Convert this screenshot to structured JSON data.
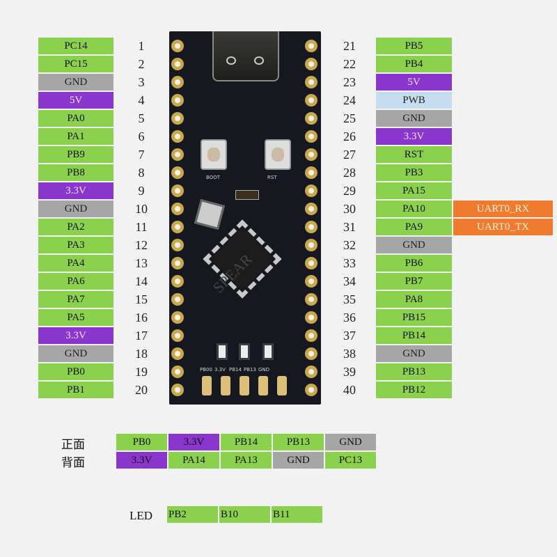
{
  "colors": {
    "gpio": "#8cd14d",
    "ground": "#a6a6a6",
    "power": "#8a35cc",
    "special": "#c6ddef",
    "uart": "#ef7b2e",
    "background": "#f2f2f2"
  },
  "left_pins": [
    {
      "num": "1",
      "label": "PC14",
      "type": "green"
    },
    {
      "num": "2",
      "label": "PC15",
      "type": "green"
    },
    {
      "num": "3",
      "label": "GND",
      "type": "gray"
    },
    {
      "num": "4",
      "label": "5V",
      "type": "purple"
    },
    {
      "num": "5",
      "label": "PA0",
      "type": "green"
    },
    {
      "num": "6",
      "label": "PA1",
      "type": "green"
    },
    {
      "num": "7",
      "label": "PB9",
      "type": "green"
    },
    {
      "num": "8",
      "label": "PB8",
      "type": "green"
    },
    {
      "num": "9",
      "label": "3.3V",
      "type": "purple"
    },
    {
      "num": "10",
      "label": "GND",
      "type": "gray"
    },
    {
      "num": "11",
      "label": "PA2",
      "type": "green"
    },
    {
      "num": "12",
      "label": "PA3",
      "type": "green"
    },
    {
      "num": "13",
      "label": "PA4",
      "type": "green"
    },
    {
      "num": "14",
      "label": "PA6",
      "type": "green"
    },
    {
      "num": "15",
      "label": "PA7",
      "type": "green"
    },
    {
      "num": "16",
      "label": "PA5",
      "type": "green"
    },
    {
      "num": "17",
      "label": "3.3V",
      "type": "purple"
    },
    {
      "num": "18",
      "label": "GND",
      "type": "gray"
    },
    {
      "num": "19",
      "label": "PB0",
      "type": "green"
    },
    {
      "num": "20",
      "label": "PB1",
      "type": "green"
    }
  ],
  "right_pins": [
    {
      "num": "21",
      "label": "PB5",
      "type": "green"
    },
    {
      "num": "22",
      "label": "PB4",
      "type": "green"
    },
    {
      "num": "23",
      "label": "5V",
      "type": "purple"
    },
    {
      "num": "24",
      "label": "PWB",
      "type": "blue"
    },
    {
      "num": "25",
      "label": "GND",
      "type": "gray"
    },
    {
      "num": "26",
      "label": "3.3V",
      "type": "purple"
    },
    {
      "num": "27",
      "label": "RST",
      "type": "green"
    },
    {
      "num": "28",
      "label": "PB3",
      "type": "green"
    },
    {
      "num": "29",
      "label": "PA15",
      "type": "green"
    },
    {
      "num": "30",
      "label": "PA10",
      "type": "green",
      "alt": "UART0_RX"
    },
    {
      "num": "31",
      "label": "PA9",
      "type": "green",
      "alt": "UART0_TX"
    },
    {
      "num": "32",
      "label": "GND",
      "type": "gray"
    },
    {
      "num": "33",
      "label": "PB6",
      "type": "green"
    },
    {
      "num": "34",
      "label": "PB7",
      "type": "green"
    },
    {
      "num": "35",
      "label": "PA8",
      "type": "green"
    },
    {
      "num": "36",
      "label": "PB15",
      "type": "green"
    },
    {
      "num": "37",
      "label": "PB14",
      "type": "green"
    },
    {
      "num": "38",
      "label": "GND",
      "type": "gray"
    },
    {
      "num": "39",
      "label": "PB13",
      "type": "green"
    },
    {
      "num": "40",
      "label": "PB12",
      "type": "green"
    }
  ],
  "board": {
    "silk_boot": "BOOT",
    "silk_rst": "RST",
    "silk_bottom": [
      "PB00",
      "3.3V",
      "PB14",
      "PB13",
      "GND"
    ],
    "watermark": "SPEAR"
  },
  "bottom_header": {
    "front_label": "正面",
    "back_label": "背面",
    "front": [
      {
        "label": "PB0",
        "type": "green"
      },
      {
        "label": "3.3V",
        "type": "purple"
      },
      {
        "label": "PB14",
        "type": "green"
      },
      {
        "label": "PB13",
        "type": "green"
      },
      {
        "label": "GND",
        "type": "gray"
      }
    ],
    "back": [
      {
        "label": "3.3V",
        "type": "purple"
      },
      {
        "label": "PA14",
        "type": "green"
      },
      {
        "label": "PA13",
        "type": "green"
      },
      {
        "label": "GND",
        "type": "gray"
      },
      {
        "label": "PC13",
        "type": "green"
      }
    ]
  },
  "led": {
    "label": "LED",
    "pins": [
      "PB2",
      "B10",
      "B11"
    ]
  }
}
